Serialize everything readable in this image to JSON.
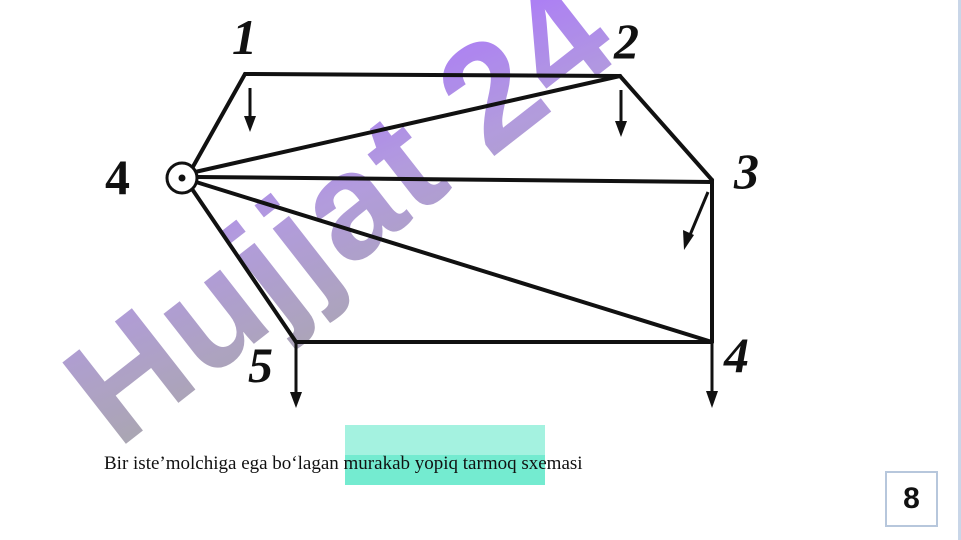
{
  "diagram": {
    "node_labels": {
      "n1": "1",
      "n2": "2",
      "n3": "3",
      "n4_left": "4",
      "n4_right": "4",
      "n5": "5"
    },
    "watermark_text": "Hujjat 24",
    "colors": {
      "lines": "#111111",
      "watermark": "#9a9a9a",
      "watermark_purple": "#9b5bff",
      "teal_band": "#5ce8c8"
    },
    "source_icon": "circle-dot-source-icon"
  },
  "caption": "Bir iste’molchiga ega bo‘lagan murakab yopiq tarmoq sxemasi",
  "page_number": "8"
}
